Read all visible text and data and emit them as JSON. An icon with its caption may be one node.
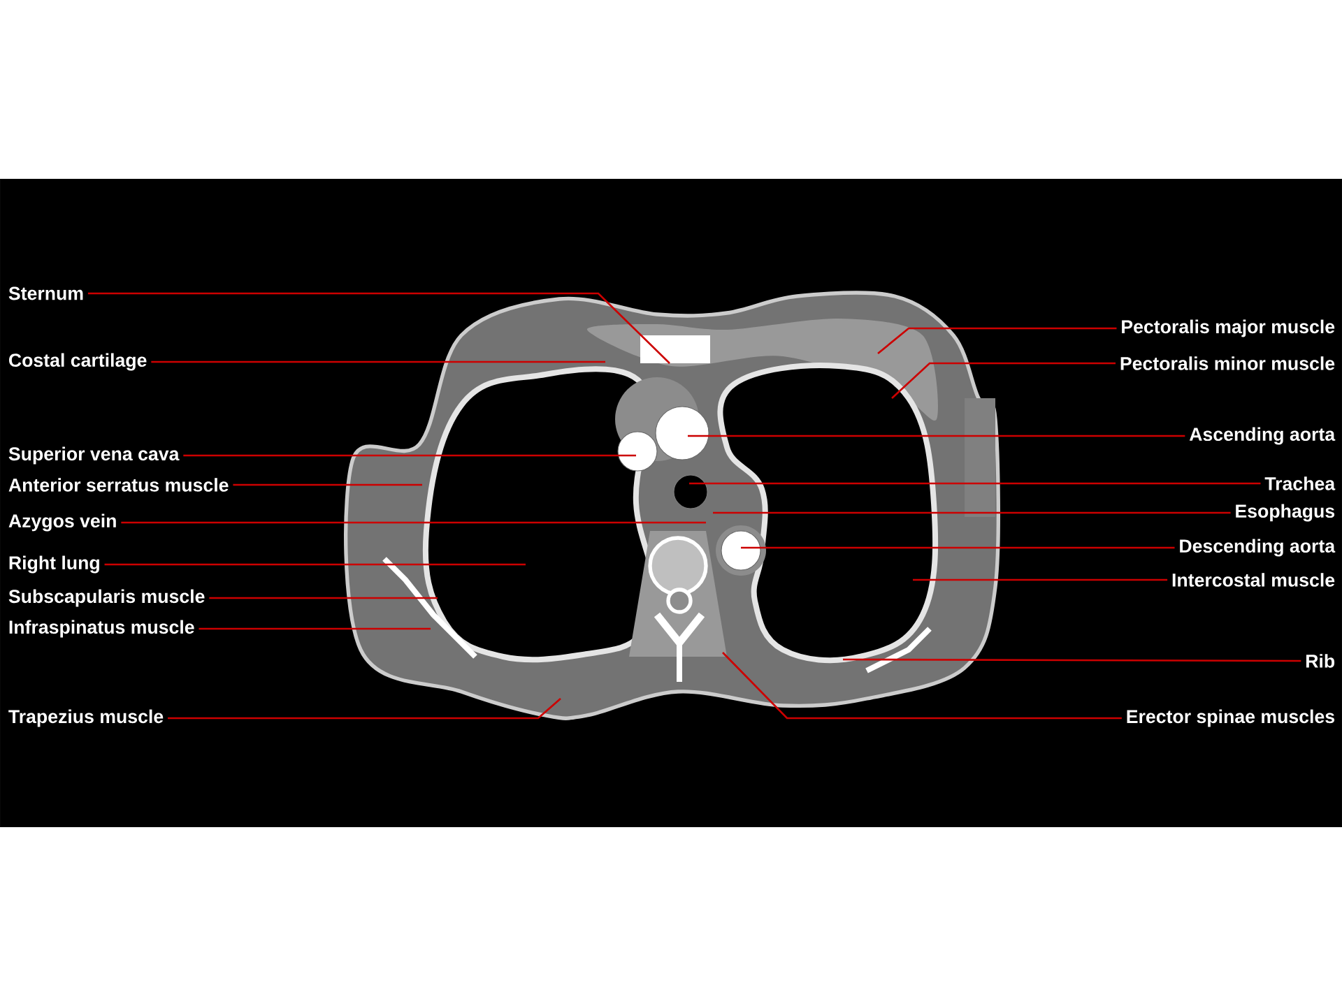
{
  "diagram": {
    "nodes": [
      {
        "text": [
          "Sternum"
        ]
      },
      {
        "text": [
          "Costal cartilage"
        ]
      },
      {
        "text": [
          "Superior vena cava"
        ]
      },
      {
        "text": [
          "Anterior serratus muscle"
        ]
      },
      {
        "text": [
          "Azygos vein"
        ]
      },
      {
        "text": [
          "Right lung"
        ]
      },
      {
        "text": [
          "Subscapularis muscle"
        ]
      },
      {
        "text": [
          "Infraspinatus muscle"
        ]
      },
      {
        "text": [
          "Trapezius muscle"
        ]
      },
      {
        "text": [
          "Pectoralis major muscle"
        ]
      },
      {
        "text": [
          "Pectoralis minor muscle"
        ]
      },
      {
        "text": [
          "Ascending aorta"
        ]
      },
      {
        "text": [
          "Trachea"
        ]
      },
      {
        "text": [
          "Esophagus"
        ]
      },
      {
        "text": [
          "Descending aorta"
        ]
      },
      {
        "text": [
          "Intercostal muscle"
        ]
      },
      {
        "text": [
          "Rib"
        ]
      },
      {
        "text": [
          "Erector spinae muscles"
        ]
      }
    ],
    "edges": [
      {
        "from": 0,
        "to": null,
        "arrow": "none"
      },
      {
        "from": 1,
        "to": null,
        "arrow": "none"
      },
      {
        "from": 2,
        "to": null,
        "arrow": "none"
      },
      {
        "from": 3,
        "to": null,
        "arrow": "none"
      },
      {
        "from": 4,
        "to": null,
        "arrow": "none"
      },
      {
        "from": 5,
        "to": null,
        "arrow": "none"
      },
      {
        "from": 6,
        "to": null,
        "arrow": "none"
      },
      {
        "from": 7,
        "to": null,
        "arrow": "none"
      },
      {
        "from": 8,
        "to": null,
        "arrow": "none"
      },
      {
        "from": 9,
        "to": null,
        "arrow": "none"
      },
      {
        "from": 10,
        "to": null,
        "arrow": "none"
      },
      {
        "from": 11,
        "to": null,
        "arrow": "none"
      },
      {
        "from": 12,
        "to": null,
        "arrow": "none"
      },
      {
        "from": 13,
        "to": null,
        "arrow": "none"
      },
      {
        "from": 14,
        "to": null,
        "arrow": "none"
      },
      {
        "from": 15,
        "to": null,
        "arrow": "none"
      },
      {
        "from": 16,
        "to": null,
        "arrow": "none"
      },
      {
        "from": 17,
        "to": null,
        "arrow": "none"
      }
    ]
  }
}
